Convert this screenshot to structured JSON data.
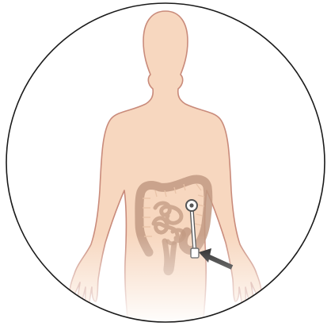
{
  "illustration": {
    "subject": "human-torso-front-view",
    "annotation": "arrow-pointing-to-stoma-device",
    "colors": {
      "background": "#ffffff",
      "frame_stroke": "#1a1a1a",
      "skin_fill": "#f7d7bf",
      "skin_stroke": "#c98b7b",
      "body_fade": "#ffffff",
      "intestine_fill": "#e8c2a6",
      "intestine_stroke": "#c29a82",
      "device_fill": "#ffffff",
      "device_stroke": "#555555",
      "arrow_color": "#111111"
    },
    "icons": {
      "frame": "circle-frame",
      "body": "human-silhouette-icon",
      "intestines": "intestines-icon",
      "device": "stoma-tube-icon",
      "pointer": "arrow-icon"
    }
  }
}
